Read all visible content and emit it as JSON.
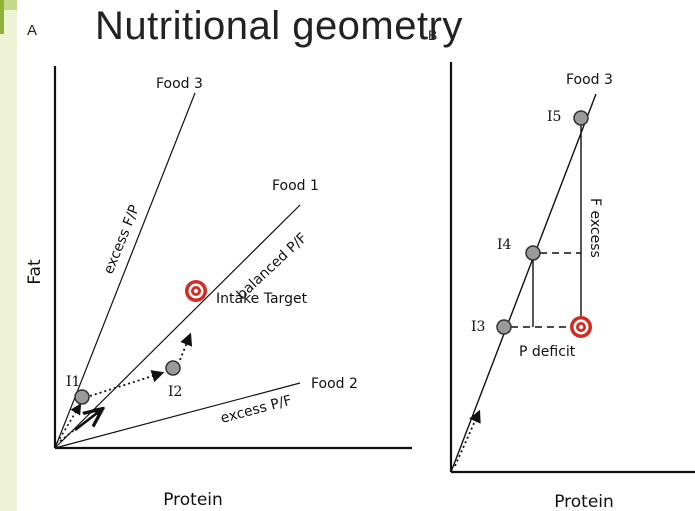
{
  "title": "Nutritional geometry",
  "panel_a": {
    "letter": "A",
    "x_axis": "Protein",
    "y_axis": "Fat",
    "foods": [
      "Food 3",
      "Food 1",
      "Food 2"
    ],
    "rails": [
      "excess F/P",
      "balanced P/F",
      "excess P/F"
    ],
    "points": [
      "I1",
      "I2"
    ],
    "target_label": "Intake Target"
  },
  "panel_b": {
    "letter": "B",
    "x_axis": "Protein",
    "food": "Food 3",
    "points": [
      "I5",
      "I4",
      "I3"
    ],
    "fat_label": "F excess",
    "protein_label": "P deficit"
  },
  "colors": {
    "target_red": "#d42a22",
    "point_gray": "#9a9a9a",
    "background_edge": "#eef3d6",
    "accent": "#8fb339"
  }
}
